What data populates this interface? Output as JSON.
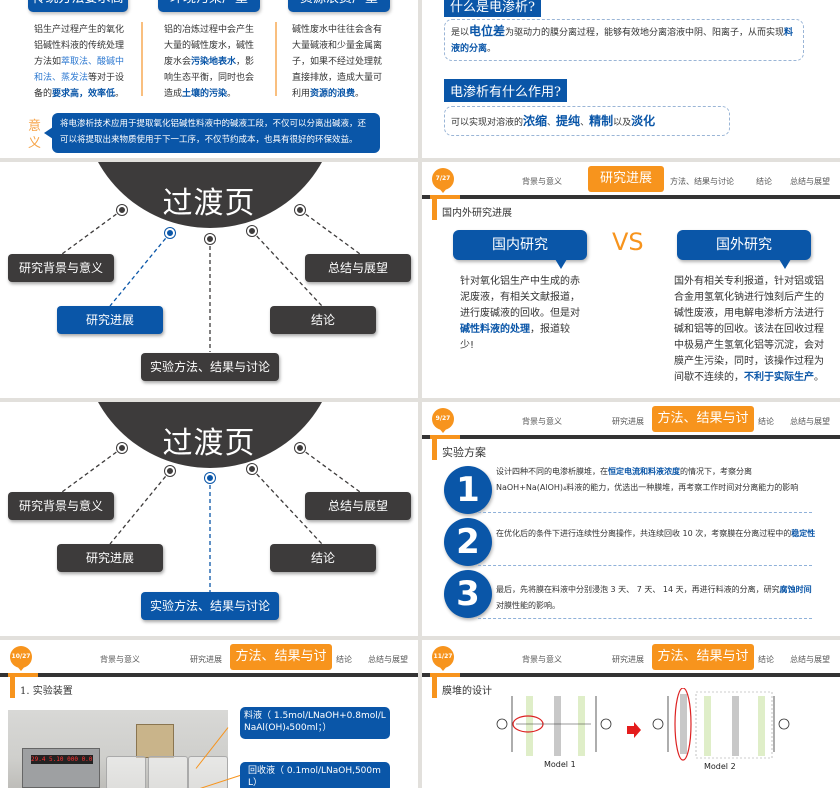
{
  "slide1": {
    "tags": [
      "传统方法要求高",
      "环境污染严重",
      "资源浪费严重"
    ],
    "col1": {
      "pre": "铝生产过程产生的氧化铝碱性料液的传统处理方法如",
      "highlight1": "萃取法、酸碱中和法、蒸发法",
      "mid": "等对于设备的",
      "highlight2": "要求高，效率低",
      "post": "。"
    },
    "col2": {
      "pre": "铝的冶炼过程中会产生大量的碱性废水，碱性废水会",
      "highlight1": "污染地表水",
      "mid": "，影响生态平衡，同时也会造成",
      "highlight2": "土壤的污染",
      "post": "。"
    },
    "col3": {
      "pre": "碱性废水中往往会含有大量碱液和少量金属离子，如果不经过处理就直接排放，造成大量可利用",
      "highlight1": "资源的浪费",
      "post": "。"
    },
    "meaning_label": "意义",
    "meaning_text": "将电渗析技术应用于提取氧化铝碱性料液中的碱液工段，不仅可以分离出碱液，还可以将提取出来物质使用于下一工序，不仅节约成本，也具有很好的环保效益。"
  },
  "slide2": {
    "q1": "什么是电渗析?",
    "a1": {
      "pre": "是以",
      "highlight1": "电位差",
      "mid": "为驱动力的膜分离过程，能够有效地分离溶液中阴、阳离子，从而实现",
      "highlight2": "料液的分离",
      "post": "。"
    },
    "q2": "电渗析有什么作用?",
    "a2": {
      "pre": "可以实现对溶液的",
      "h1": "浓缩",
      "s1": "、",
      "h2": "提纯",
      "s2": "、",
      "h3": "精制",
      "mid": "以及",
      "h4": "淡化"
    }
  },
  "transition": {
    "title": "过渡页",
    "items": [
      "研究背景与意义",
      "研究进展",
      "实验方法、结果与讨论",
      "结论",
      "总结与展望"
    ]
  },
  "nav": {
    "items": [
      "背景与意义",
      "研究进展",
      "方法、结果与讨论",
      "结论",
      "总结与展望"
    ],
    "active_research": "研究进展",
    "active_method": "方法、结果与讨论"
  },
  "slide4": {
    "page": "7/27",
    "section": "国内外研究进展",
    "domestic_title": "国内研究",
    "foreign_title": "国外研究",
    "vs": "VS",
    "domestic_text": {
      "pre": "针对氧化铝生产中生成的赤泥废液，有相关文献报道，进行废碱液的回收。但是对",
      "highlight": "碱性料液的处理",
      "post": "，报道较少!"
    },
    "foreign_text": {
      "pre": "国外有相关专利报道，针对铝或铝合金用氢氧化钠进行蚀刻后产生的碱性废液，用电解电渗析方法进行碱和铝等的回收。该法在回收过程中极易产生氢氧化铝等沉淀，会对膜产生污染，同时，该操作过程为间歇不连续的，",
      "highlight": "不利于实际生产",
      "post": "。"
    }
  },
  "slide6": {
    "page": "9/27",
    "section": "实验方案",
    "steps": [
      {
        "num": "1",
        "pre": "设计四种不同的电渗析膜堆，在",
        "highlight": "恒定电流和料液浓度",
        "post": "的情况下，考察分离NaOH+Na(AlOH)₄料液的能力，优选出一种膜堆，再考察工作时间对分离能力的影响"
      },
      {
        "num": "2",
        "pre": "在优化后的条件下进行连续性分离操作，共连续回收 10 次，考察膜在分离过程中的",
        "highlight": "稳定性",
        "post": ""
      },
      {
        "num": "3",
        "pre": "最后，先将膜在料液中分别浸泡 3 天、 7 天、 14 天，再进行料液的分离，研究",
        "highlight": "腐蚀时间",
        "post": "对膜性能的影响。"
      }
    ]
  },
  "slide7": {
    "page": "10/27",
    "section": "1. 实验装置",
    "callout1": "料液（ 1.5mol/LNaOH+0.8mol/L NaAl(OH)₄500ml；）",
    "callout2": "回收液（ 0.1mol/LNaOH,500m L）",
    "psu_display": "29.4 5.10 000 0.0"
  },
  "slide8": {
    "page": "11/27",
    "section": "膜堆的设计",
    "model1": "Model 1",
    "model2": "Model 2"
  },
  "colors": {
    "blue": "#0a56a8",
    "orange": "#f7941d",
    "dark": "#3d3b3b"
  }
}
